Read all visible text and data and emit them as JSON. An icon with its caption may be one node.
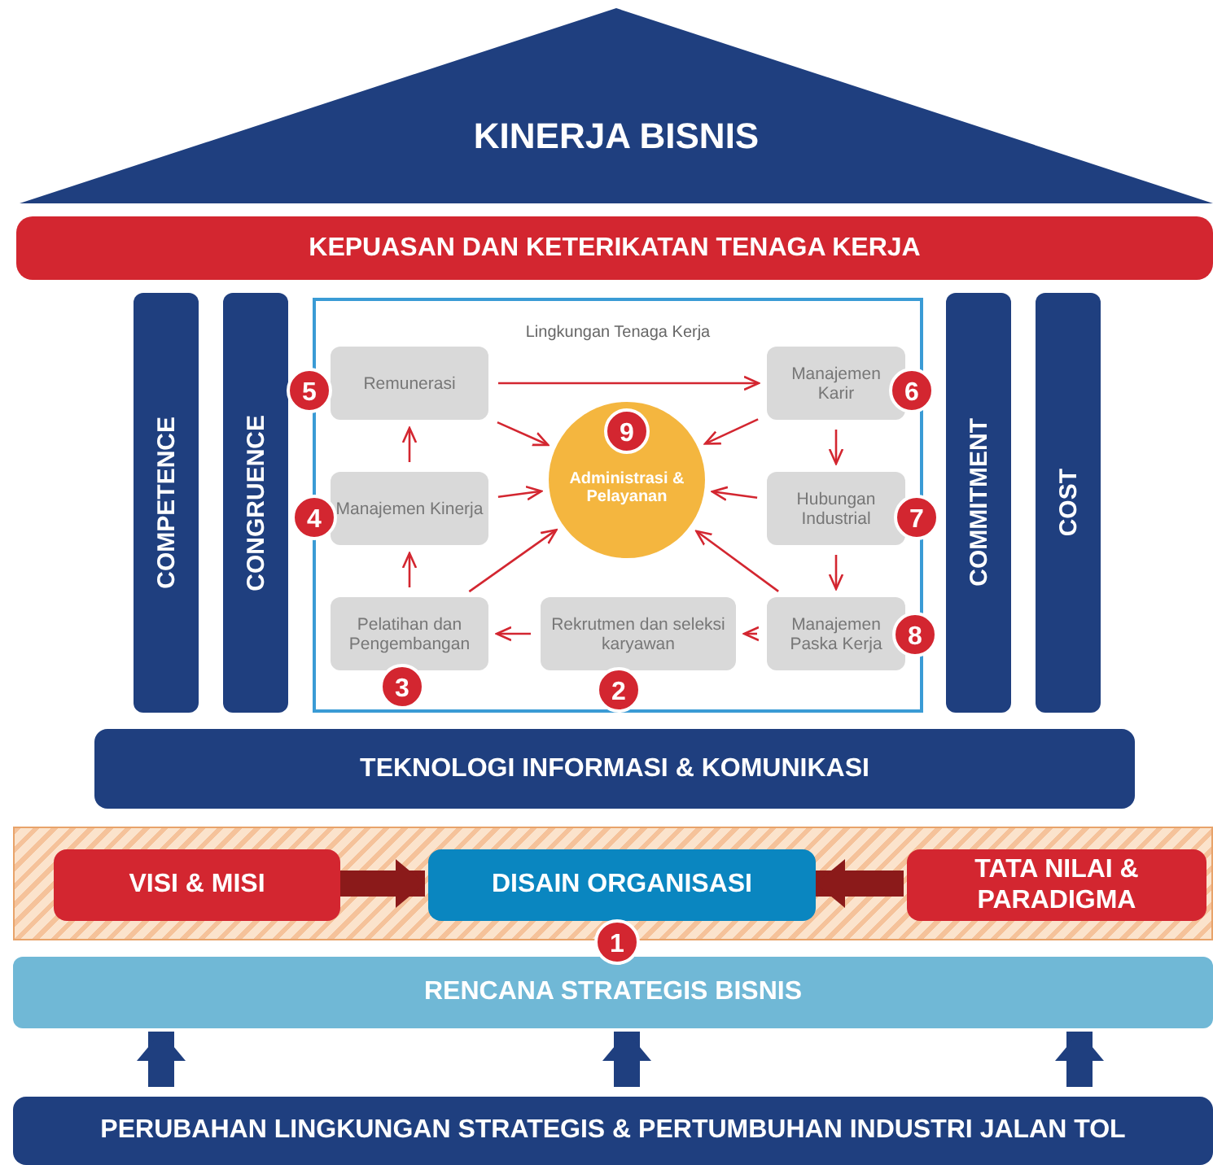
{
  "diagram": {
    "nodes": [
      {
        "text": [
          "KINERJA BISNIS"
        ]
      },
      {
        "text": [
          "KEPUASAN DAN KETERIKATAN TENAGA KERJA"
        ]
      },
      {
        "text": [
          "COMPETENCE"
        ]
      },
      {
        "text": [
          "CONGRUENCE"
        ]
      },
      {
        "text": [
          "Lingkungan Tenaga Kerja"
        ]
      },
      {
        "text": [
          "Remunerasi"
        ],
        "in": 4,
        "beside": [
          "5"
        ]
      },
      {
        "text": [
          "Manajemen Karir"
        ],
        "in": 4,
        "beside": [
          "6"
        ]
      },
      {
        "text": [
          "9",
          "Administrasi & Pelayanan"
        ],
        "in": 4
      },
      {
        "text": [
          "Manajemen Kinerja"
        ],
        "in": 4,
        "beside": [
          "4"
        ]
      },
      {
        "text": [
          "Hubungan Industrial"
        ],
        "in": 4,
        "beside": [
          "7"
        ]
      },
      {
        "text": [
          "Pelatihan dan Pengembangan"
        ],
        "in": 4,
        "beside": [
          "3"
        ]
      },
      {
        "text": [
          "Rekrutmen dan seleksi karyawan"
        ],
        "in": 4,
        "beside": [
          "2"
        ]
      },
      {
        "text": [
          "Manajemen Paska Kerja"
        ],
        "in": 4,
        "beside": [
          "8"
        ]
      },
      {
        "text": [
          "COMMITMENT"
        ]
      },
      {
        "text": [
          "COST"
        ]
      },
      {
        "text": [
          "TEKNOLOGI INFORMASI & KOMUNIKASI"
        ]
      },
      {
        "text": [],
        "shape": "band"
      },
      {
        "text": [
          "VISI & MISI"
        ],
        "in": 16
      },
      {
        "text": [
          "DISAIN ORGANISASI"
        ],
        "in": 16
      },
      {
        "text": [
          "TATA NILAI & PARADIGMA"
        ],
        "in": 16
      },
      {
        "text": [
          "RENCANA STRATEGIS BISNIS"
        ],
        "beside": [
          "1"
        ]
      },
      {
        "text": [
          "PERUBAHAN LINGKUNGAN STRATEGIS & PERTUMBUHAN INDUSTRI JALAN TOL"
        ]
      }
    ],
    "edges": [
      {
        "from": 5,
        "to": 6,
        "arrow": "to"
      },
      {
        "from": 6,
        "to": 9,
        "arrow": "to"
      },
      {
        "from": 9,
        "to": 12,
        "arrow": "to"
      },
      {
        "from": 12,
        "to": 11,
        "arrow": "to"
      },
      {
        "from": 11,
        "to": 10,
        "arrow": "to"
      },
      {
        "from": 10,
        "to": 8,
        "arrow": "to"
      },
      {
        "from": 8,
        "to": 5,
        "arrow": "to"
      },
      {
        "from": 5,
        "to": 7,
        "arrow": "to"
      },
      {
        "from": 6,
        "to": 7,
        "arrow": "to"
      },
      {
        "from": 8,
        "to": 7,
        "arrow": "to"
      },
      {
        "from": 9,
        "to": 7,
        "arrow": "to"
      },
      {
        "from": 10,
        "to": 7,
        "arrow": "to"
      },
      {
        "from": 12,
        "to": 7,
        "arrow": "to"
      },
      {
        "from": 17,
        "to": 18,
        "arrow": "to",
        "style": "thick",
        "color": "#8b1a1a"
      },
      {
        "from": 19,
        "to": 18,
        "arrow": "to",
        "style": "thick",
        "color": "#8b1a1a"
      },
      {
        "from": 21,
        "to": 20,
        "arrow": "to",
        "style": "thick",
        "color": "#1f3f7f"
      },
      {
        "from": 21,
        "to": 20,
        "arrow": "to",
        "style": "thick",
        "color": "#1f3f7f"
      },
      {
        "from": 21,
        "to": 20,
        "arrow": "to",
        "style": "thick",
        "color": "#1f3f7f"
      }
    ]
  }
}
